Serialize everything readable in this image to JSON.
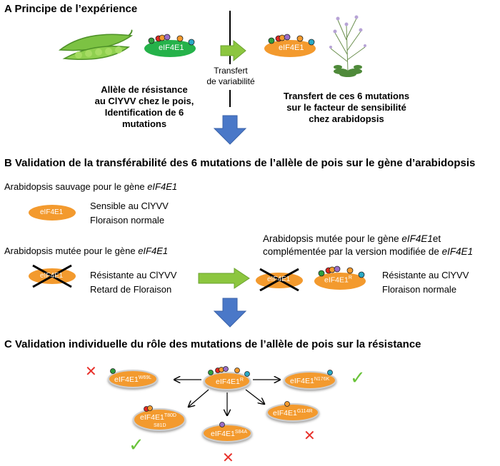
{
  "colors": {
    "orange": "#f39a2e",
    "green_ellipse": "#25b24a",
    "arrow_green": "#8cc63f",
    "arrow_blue": "#4a78c8",
    "cross_red": "#e8302a",
    "check_green": "#6ac33a",
    "dot_red": "#e2261f",
    "dot_purple": "#9b6dc6",
    "dot_teal": "#29a9c5",
    "dot_green": "#2e9f3e"
  },
  "sectionA": {
    "title": "A  Principe de l’expérience",
    "pea_label": [
      "Allèle de résistance",
      "au ClYVV chez le pois,",
      "Identification de 6 mutations"
    ],
    "green_protein": "eIF4E1",
    "arrow_label": [
      "Transfert",
      "de variabilité"
    ],
    "orange_protein": "eIF4E1",
    "arabidopsis_label": [
      "Transfert de ces 6 mutations",
      "sur le facteur de sensibilité",
      "chez arabidopsis"
    ]
  },
  "sectionB": {
    "title": "B  Validation de la transférabilité des 6 mutations de l’allèle de pois sur le gène d’arabidopsis",
    "wild_type_prefix": "Arabidopsis sauvage pour le gène ",
    "gene": "eIF4E1",
    "wild_protein": "eIF4E1",
    "wild_status": [
      "Sensible au ClYVV",
      "Floraison normale"
    ],
    "mutant_prefix": "Arabidopsis mutée pour le gène ",
    "mutant_protein": "eIF4E1",
    "mutant_status": [
      "Résistante au ClYVV",
      "Retard de Floraison"
    ],
    "complemented_line1_prefix": "Arabidopsis mutée pour le gène ",
    "complemented_line1_suffix": "et",
    "complemented_line2_prefix": "complémentée par la version modifiée de ",
    "complemented_protein": "eIF4E1",
    "complemented_sup": "R",
    "complemented_status": [
      "Résistante au ClYVV",
      "Floraison normale"
    ]
  },
  "sectionC": {
    "title": "C  Validation individuelle du rôle des mutations de l’allèle de pois sur la résistance",
    "center": {
      "name": "eIF4E1",
      "sup": "R"
    },
    "variants": [
      {
        "name": "eIF4E1",
        "sup": "W69L",
        "result": "cross"
      },
      {
        "name": "eIF4E1",
        "sup": "N176K",
        "result": "check"
      },
      {
        "name": "eIF4E1",
        "sup": "T80D",
        "sup2": "S81D",
        "result": "check"
      },
      {
        "name": "eIF4E1",
        "sup": "S84A",
        "result": "cross"
      },
      {
        "name": "eIF4E1",
        "sup": "G114R",
        "result": "cross"
      }
    ],
    "check_mark": "✓",
    "cross_mark": "✕"
  }
}
